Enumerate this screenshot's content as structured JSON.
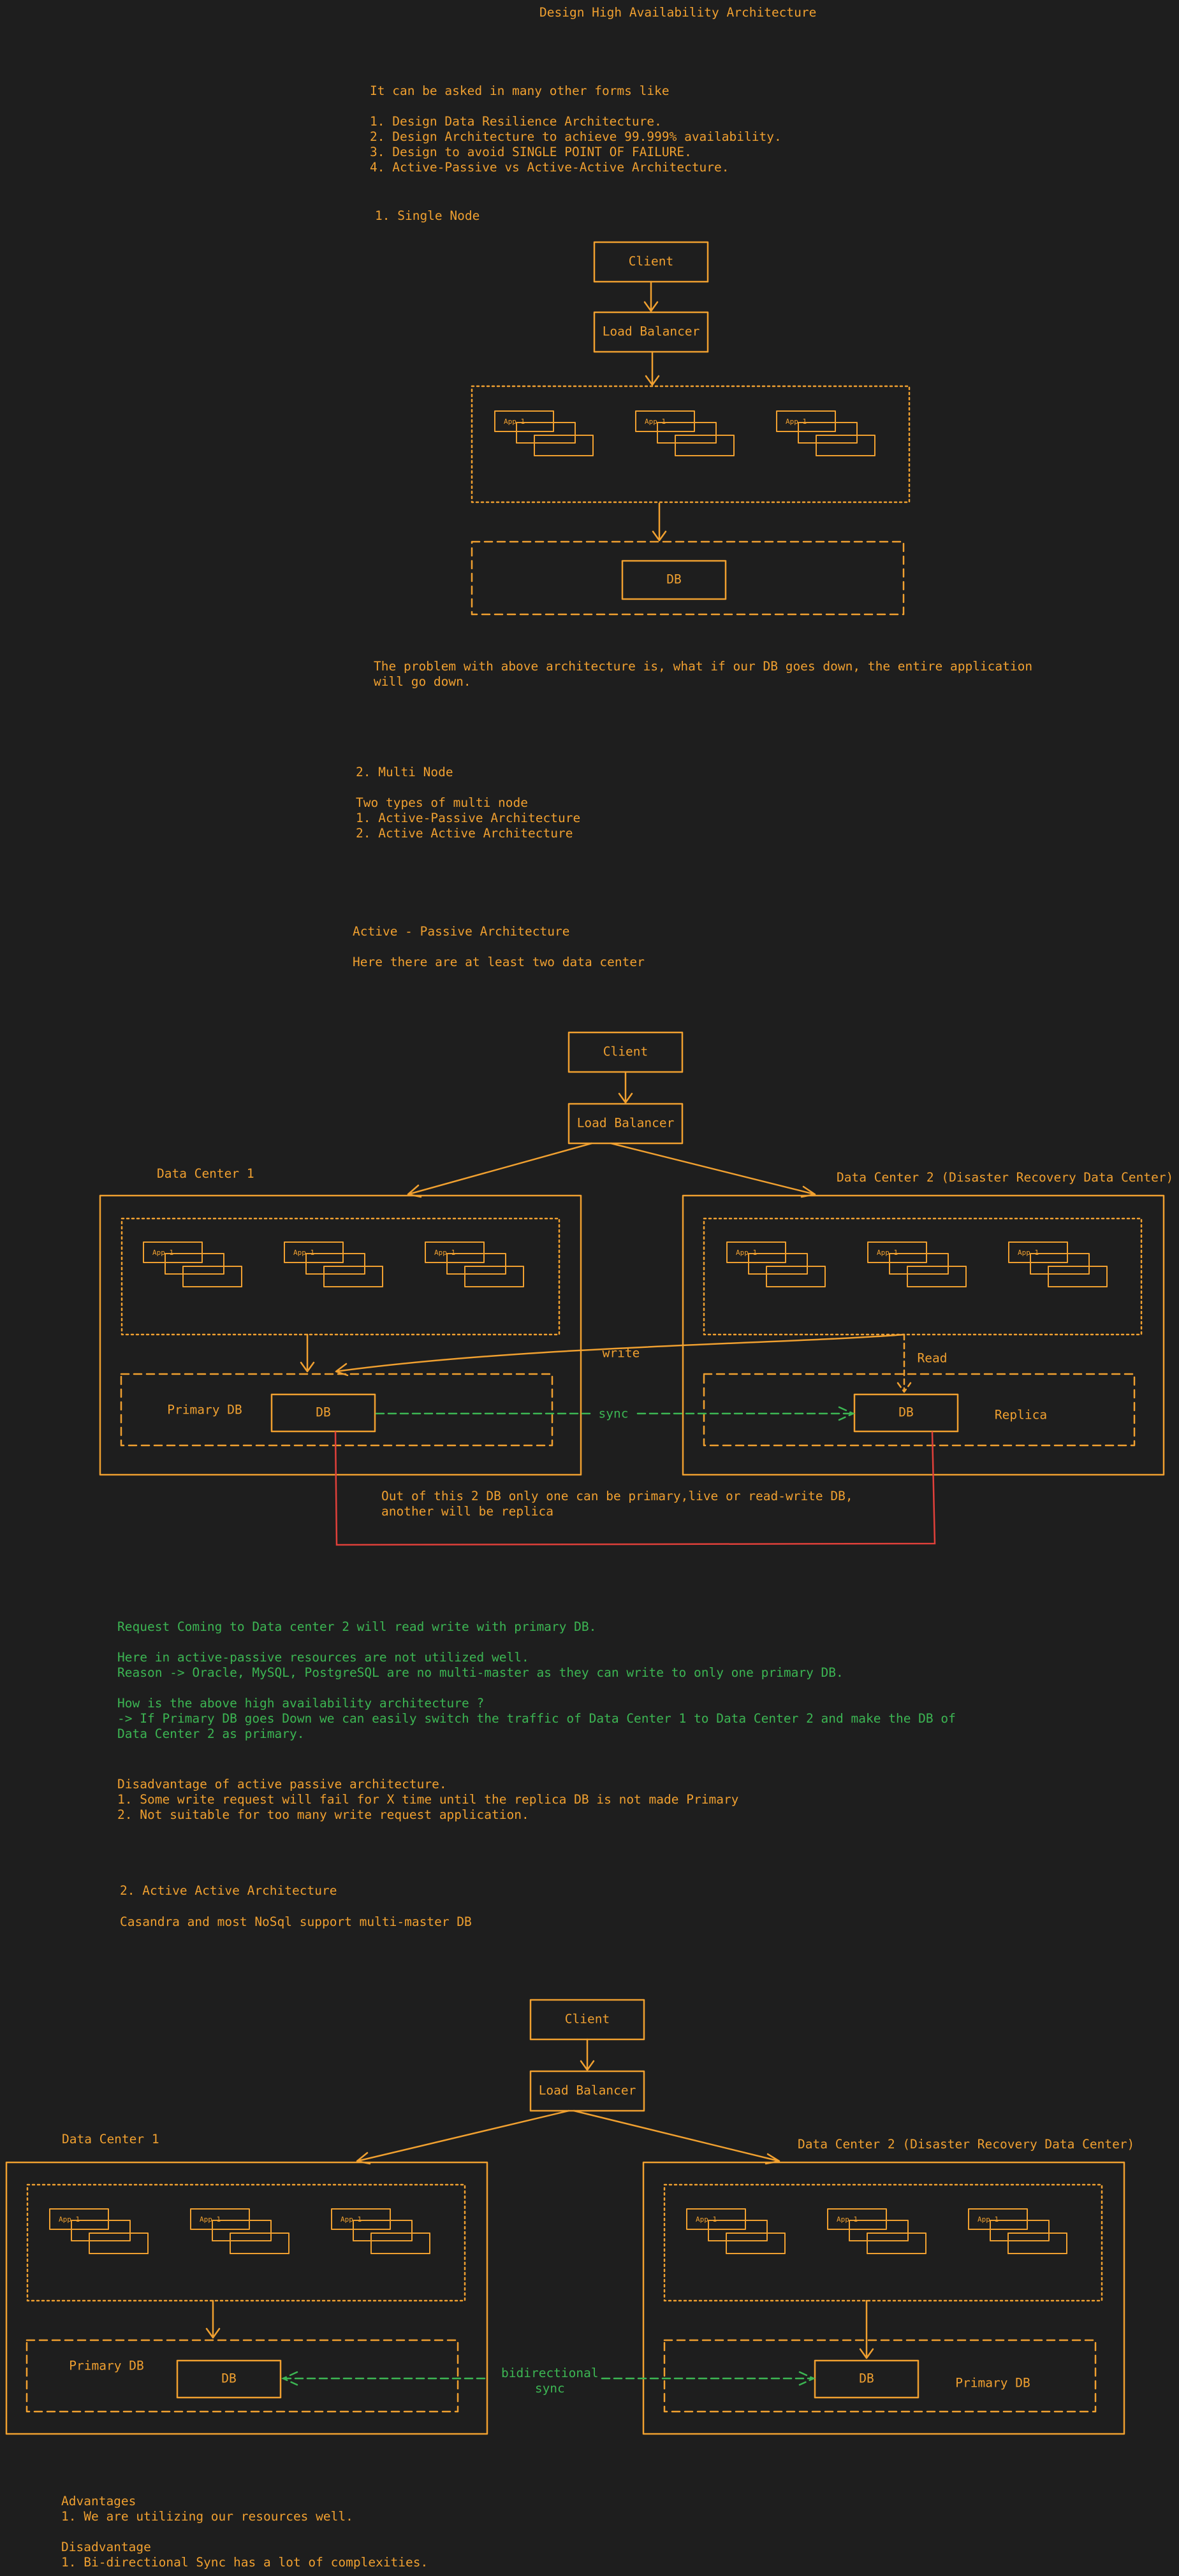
{
  "colors": {
    "background": "#1e1e1e",
    "orange": "#f0a030",
    "green": "#3cb653",
    "red": "#e0403a"
  },
  "title": "Design High Availability Architecture",
  "intro": {
    "heading": "It can be asked in many other forms like",
    "items": [
      "1. Design Data Resilience Architecture.",
      "2. Design Architecture to achieve 99.999% availability.",
      "3. Design to avoid SINGLE POINT OF FAILURE.",
      "4. Active-Passive vs Active-Active Architecture."
    ]
  },
  "single_node": {
    "heading": "1. Single Node",
    "client": "Client",
    "load_balancer": "Load Balancer",
    "app_label": "App 1",
    "db": "DB",
    "problem": "The problem with above architecture is, what if our DB goes down, the entire application\nwill go down."
  },
  "multi_node": {
    "text": "2. Multi Node\n\nTwo types of multi node\n1. Active-Passive Architecture\n2. Active Active Architecture"
  },
  "active_passive": {
    "heading": "Active - Passive Architecture",
    "subheading": "Here there are at least two data center",
    "client": "Client",
    "load_balancer": "Load Balancer",
    "dc1": "Data Center 1",
    "dc2": "Data Center 2 (Disaster Recovery Data Center)",
    "app_label": "App 1",
    "primary_db": "Primary DB",
    "db": "DB",
    "replica": "Replica",
    "write": "write",
    "read": "Read",
    "sync": "sync",
    "note": "Out of this 2 DB only one can be primary,live or read-write DB,\nanother will be replica",
    "explanation": "Request Coming to Data center 2 will read write with primary DB.\n\nHere in active-passive resources are not utilized well.\nReason -> Oracle, MySQL, PostgreSQL are no multi-master as they can write to only one primary DB.\n\nHow is the above high availability architecture ?\n-> If Primary DB goes Down we can easily switch the traffic of Data Center 1 to Data Center 2 and make the DB of\nData Center 2 as primary.",
    "disadvantages": "Disadvantage of active passive architecture.\n1. Some write request will fail for X time until the replica DB is not made Primary\n2. Not suitable for too many write request application."
  },
  "active_active": {
    "heading": "2. Active Active Architecture",
    "subheading": "Casandra and most NoSql support multi-master DB",
    "client": "Client",
    "load_balancer": "Load Balancer",
    "dc1": "Data Center 1",
    "dc2": "Data Center 2 (Disaster Recovery Data Center)",
    "app_label": "App 1",
    "primary_db": "Primary DB",
    "db": "DB",
    "sync": "bidirectional\nsync",
    "summary": "Advantages\n1. We are utilizing our resources well.\n\nDisadvantage\n1. Bi-directional Sync has a lot of complexities."
  }
}
